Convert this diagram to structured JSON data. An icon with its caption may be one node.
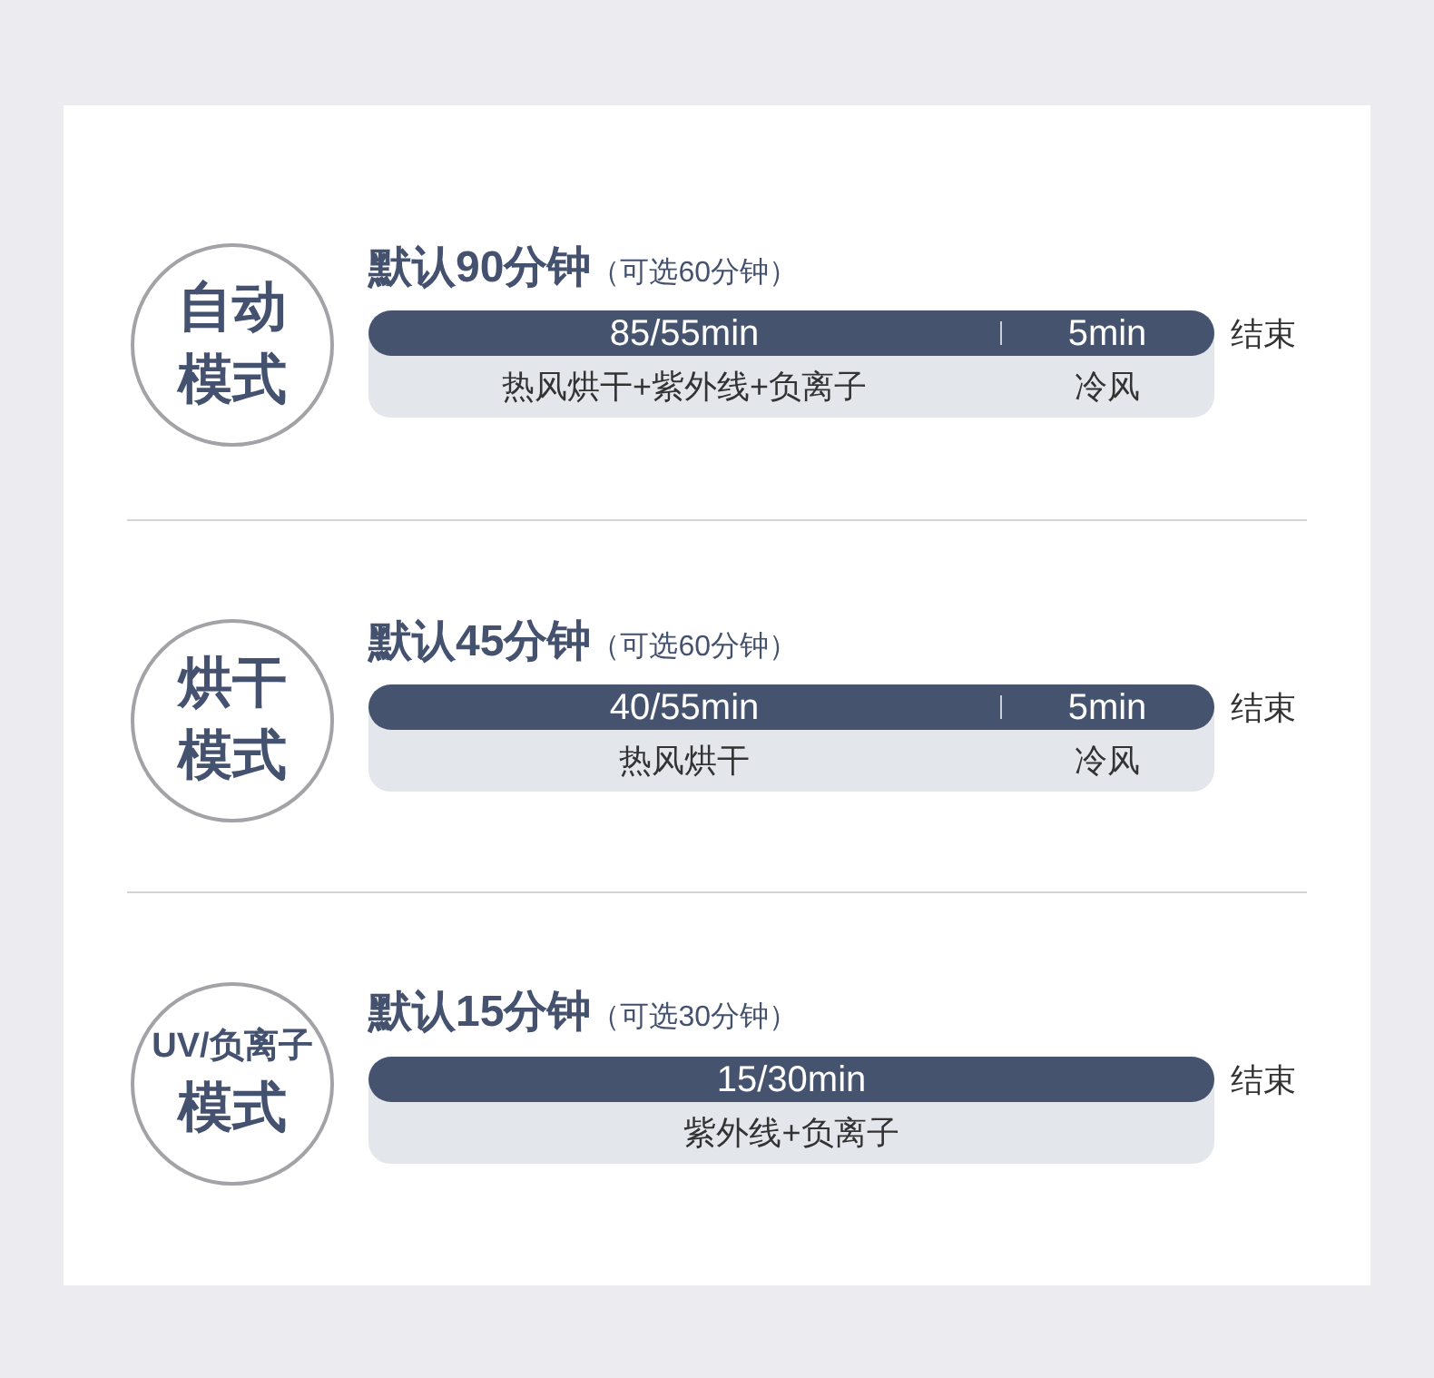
{
  "diagram": {
    "nodes": [
      {
        "text": [
          "自动模式"
        ]
      },
      {
        "text": [
          "热风烘干+紫外线+负离子",
          "冷风"
        ],
        "beside": [
          "结束"
        ]
      },
      {
        "text": [
          "85/55min",
          "5min"
        ],
        "in": 1
      },
      {
        "text": [
          "烘干模式"
        ]
      },
      {
        "text": [
          "热风烘干",
          "冷风"
        ],
        "beside": [
          "结束"
        ]
      },
      {
        "text": [
          "40/55min",
          "5min"
        ],
        "in": 4
      },
      {
        "text": [
          "UV/负离子",
          "模式"
        ]
      },
      {
        "text": [
          "紫外线+负离子"
        ],
        "beside": [
          "结束"
        ]
      },
      {
        "text": [
          "15/30min"
        ],
        "in": 7
      }
    ],
    "labels": [
      "**默认90分钟**（可选60分钟）",
      "**默认45分钟**（可选60分钟）",
      "**默认15分钟**（可选30分钟）"
    ]
  }
}
